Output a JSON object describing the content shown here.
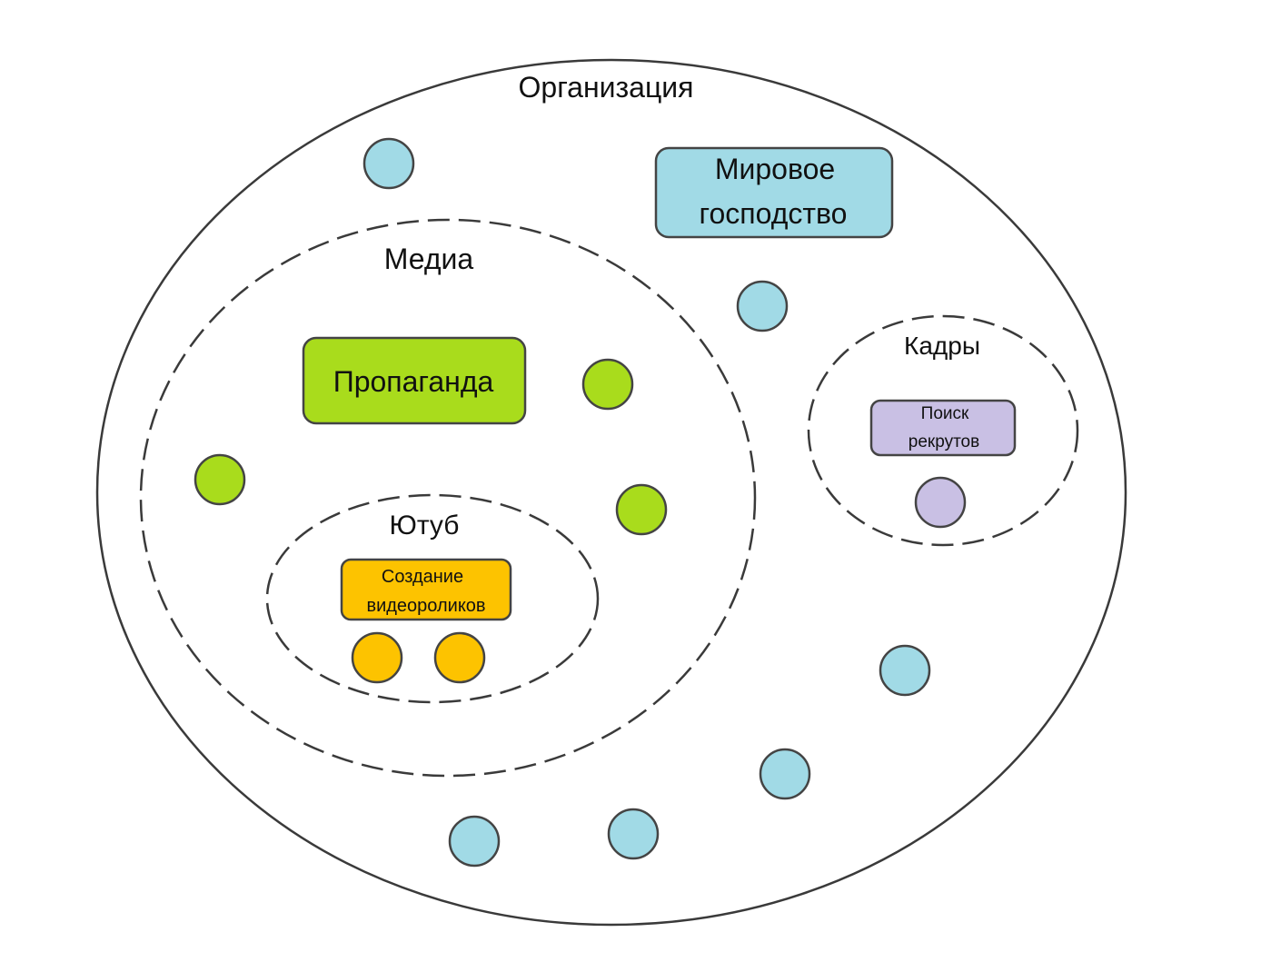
{
  "colors": {
    "blue": "#a1dae6",
    "green": "#a9dc1c",
    "orange": "#fdc300",
    "lavender": "#c9c0e4",
    "outline": "#3a3a3a"
  },
  "organization": {
    "label": "Организация",
    "goal": {
      "line1": "Мировое",
      "line2": "господство"
    }
  },
  "media": {
    "label": "Медиа",
    "goal": "Пропаганда"
  },
  "youtube": {
    "label": "Ютуб",
    "goal": {
      "line1": "Создание",
      "line2": "видеороликов"
    }
  },
  "staff": {
    "label": "Кадры",
    "goal": {
      "line1": "Поиск",
      "line2": "рекрутов"
    }
  }
}
